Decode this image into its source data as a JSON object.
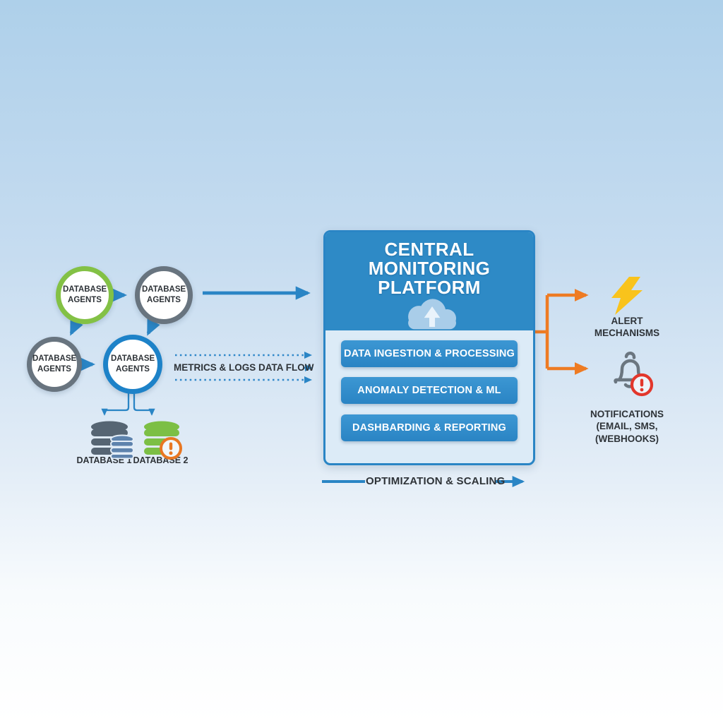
{
  "diagram": {
    "agents": [
      {
        "label": "DATABASE AGENTS",
        "border_color": "#83c145"
      },
      {
        "label": "DATABASE AGENTS",
        "border_color": "#68747f"
      },
      {
        "label": "DATABASE AGENTS",
        "border_color": "#68747f"
      },
      {
        "label": "DATABASE AGENTS",
        "border_color": "#1d82c8"
      }
    ],
    "databases": [
      {
        "label": "DATABASE 1",
        "icon": "database-stack-icon",
        "color": "#566573",
        "secondary_color": "#5e83ad"
      },
      {
        "label": "DATABASE 2",
        "icon": "database-warning-icon",
        "color": "#7cbf45",
        "badge_color": "#e87722"
      }
    ],
    "flow_label": "METRICS & LOGS DATA FLOW",
    "platform": {
      "title_lines": [
        "CENTRAL",
        "MONITORING",
        "PLATFORM"
      ],
      "icon": "cloud-upload-icon",
      "modules": [
        "DATA INGESTION & PROCESSING",
        "ANOMALY DETECTION & ML",
        "DASHBARDING & REPORTING"
      ]
    },
    "bottom_label": "OPTIMIZATION & SCALING",
    "outputs": [
      {
        "icon": "lightning-bolt-icon",
        "lines": [
          "ALERT",
          "MECHANISMS"
        ]
      },
      {
        "icon": "bell-alert-icon",
        "lines": [
          "NOTIFICATIONS",
          "(EMAIL, SMS,",
          "(WEBHOOKS)"
        ]
      }
    ],
    "palette": {
      "primary_blue": "#2a85c5",
      "panel_fill": "#dcebf7",
      "green": "#83c145",
      "gray": "#68747f",
      "orange": "#ee7b23",
      "yellow": "#f9c31c",
      "red": "#e2372c",
      "slate": "#566573",
      "steel_blue": "#5e83ad",
      "bg_top": "#aed0ea",
      "bg_bottom": "#ffffff"
    }
  }
}
